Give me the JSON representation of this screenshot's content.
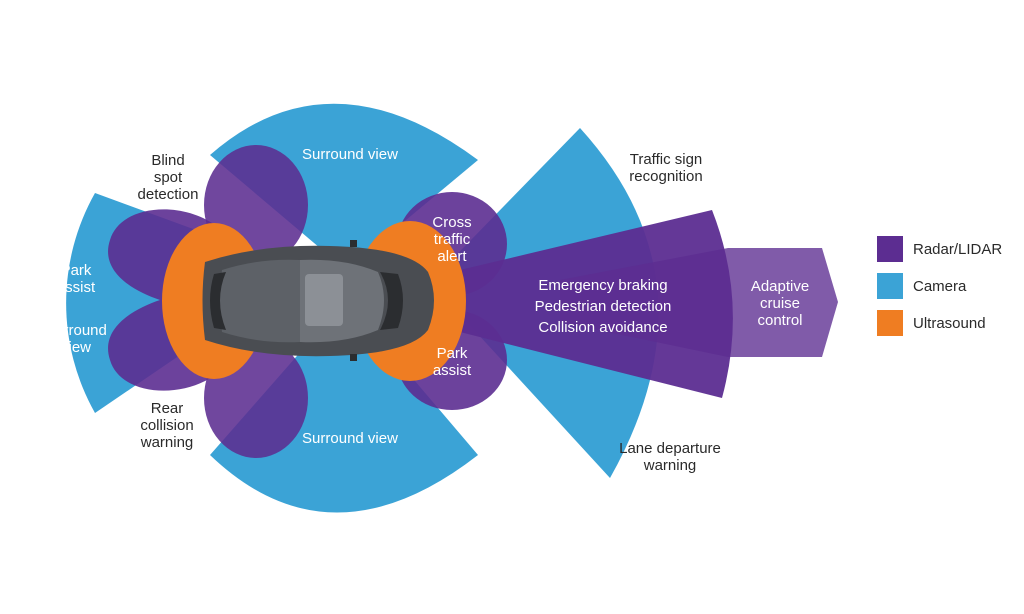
{
  "colors": {
    "radar": "#5c2d91",
    "camera": "#3ba3d6",
    "ultrasound": "#ef7d22",
    "text_dark": "#2a2a2a",
    "text_light": "#ffffff"
  },
  "labels": {
    "blind_spot": "Blind\nspot\ndetection",
    "surround_top": "Surround view",
    "surround_bottom": "Surround view",
    "surround_left": "Surround\nview",
    "park_assist_left": "Park\nassist",
    "park_assist_right": "Park\nassist",
    "rear_collision": "Rear\ncollision\nwarning",
    "cross_traffic": "Cross\ntraffic\nalert",
    "traffic_sign": "Traffic sign\nrecognition",
    "lane_departure": "Lane departure\nwarning",
    "emergency": "Emergency braking\nPedestrian detection\nCollision avoidance",
    "adaptive_cruise": "Adaptive\ncruise\ncontrol"
  },
  "legend": [
    {
      "label": "Radar/LIDAR",
      "color": "#5c2d91"
    },
    {
      "label": "Camera",
      "color": "#3ba3d6"
    },
    {
      "label": "Ultrasound",
      "color": "#ef7d22"
    }
  ]
}
